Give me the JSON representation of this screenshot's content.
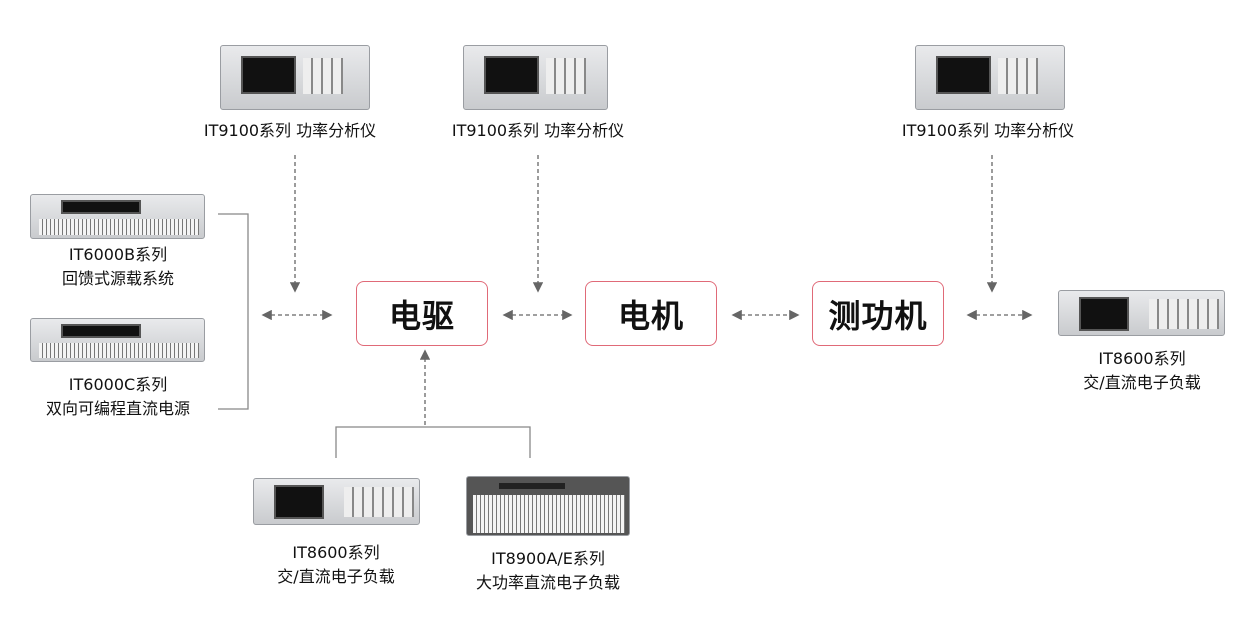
{
  "nodes": {
    "drive": "电驱",
    "motor": "电机",
    "dyno": "测功机"
  },
  "analyzers": [
    {
      "model": "IT9100系列 功率分析仪"
    },
    {
      "model": "IT9100系列 功率分析仪"
    },
    {
      "model": "IT9100系列 功率分析仪"
    }
  ],
  "left_devices": [
    {
      "model": "IT6000B系列",
      "desc": "回馈式源载系统"
    },
    {
      "model": "IT6000C系列",
      "desc": "双向可编程直流电源"
    }
  ],
  "right_device": {
    "model": "IT8600系列",
    "desc": "交/直流电子负载"
  },
  "bottom_devices": [
    {
      "model": "IT8600系列",
      "desc": "交/直流电子负载"
    },
    {
      "model": "IT8900A/E系列",
      "desc": "大功率直流电子负载"
    }
  ],
  "colors": {
    "box_border": "#e06a78",
    "arrow": "#666666",
    "line": "#888888"
  }
}
